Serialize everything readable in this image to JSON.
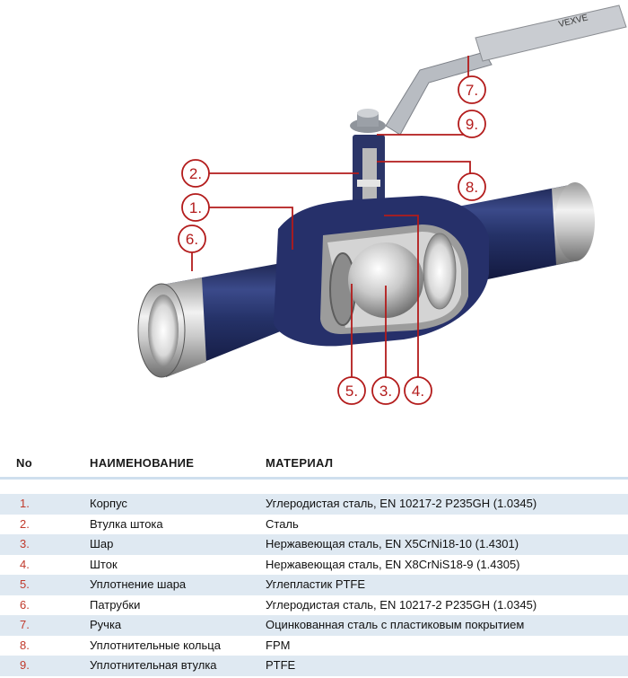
{
  "diagram": {
    "handle_logo": "VEXVE",
    "callouts": [
      {
        "id": "callout-7",
        "label": "7."
      },
      {
        "id": "callout-9",
        "label": "9."
      },
      {
        "id": "callout-2",
        "label": "2."
      },
      {
        "id": "callout-8",
        "label": "8."
      },
      {
        "id": "callout-1",
        "label": "1."
      },
      {
        "id": "callout-6",
        "label": "6."
      },
      {
        "id": "callout-5",
        "label": "5."
      },
      {
        "id": "callout-3",
        "label": "3."
      },
      {
        "id": "callout-4",
        "label": "4."
      }
    ]
  },
  "table": {
    "headers": {
      "no": "No",
      "name": "НАИМЕНОВАНИЕ",
      "material": "МАТЕРИАЛ"
    },
    "rows": [
      {
        "no": "1.",
        "name": "Корпус",
        "material": "Углеродистая сталь, EN 10217-2 P235GH (1.0345)"
      },
      {
        "no": "2.",
        "name": "Втулка штока",
        "material": "Сталь"
      },
      {
        "no": "3.",
        "name": "Шар",
        "material": "Нержавеющая сталь, EN X5CrNi18-10 (1.4301)"
      },
      {
        "no": "4.",
        "name": "Шток",
        "material": "Нержавеющая сталь, EN X8CrNiS18-9 (1.4305)"
      },
      {
        "no": "5.",
        "name": "Уплотнение шара",
        "material": "Углепластик PTFE"
      },
      {
        "no": "6.",
        "name": "Патрубки",
        "material": "Углеродистая сталь, EN 10217-2 P235GH (1.0345)"
      },
      {
        "no": "7.",
        "name": "Ручка",
        "material": "Оцинкованная сталь с пластиковым покрытием"
      },
      {
        "no": "8.",
        "name": "Уплотнительные кольца",
        "material": "FPM"
      },
      {
        "no": "9.",
        "name": "Уплотнительная втулка",
        "material": "PTFE"
      }
    ]
  },
  "colors": {
    "callout": "#b31b1b",
    "body_blue": "#2a3566",
    "row_shade": "#dfe9f2"
  }
}
